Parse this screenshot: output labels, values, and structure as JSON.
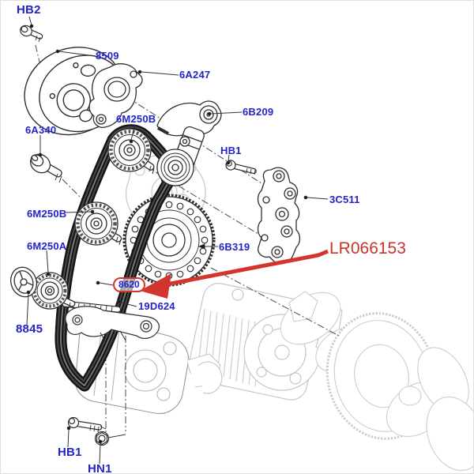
{
  "diagram": {
    "type": "exploded-parts-diagram",
    "subject": "engine front accessory drive belt and pulleys",
    "highlighted_part_number": "LR066153",
    "colors": {
      "callout_text": "#2323c8",
      "highlight_red": "#d2342e",
      "line_art": "#2e2e2e",
      "ghost_art": "#c8c8c8",
      "belt_dark": "#161616",
      "background": "#ffffff"
    },
    "callouts": {
      "hb2": "HB2",
      "p8509": "8509",
      "a6247": "6A247",
      "b6209": "6B209",
      "m6250b_upper": "6M250B",
      "a6340": "6A340",
      "hb1_upper": "HB1",
      "c3511": "3C511",
      "m6250b_lower": "6M250B",
      "m6250a": "6M250A",
      "b6319": "6B319",
      "lr066153": "LR066153",
      "b8620": "8620",
      "d19624": "19D624",
      "p8845": "8845",
      "hb1_lower": "HB1",
      "hn1": "HN1"
    }
  }
}
